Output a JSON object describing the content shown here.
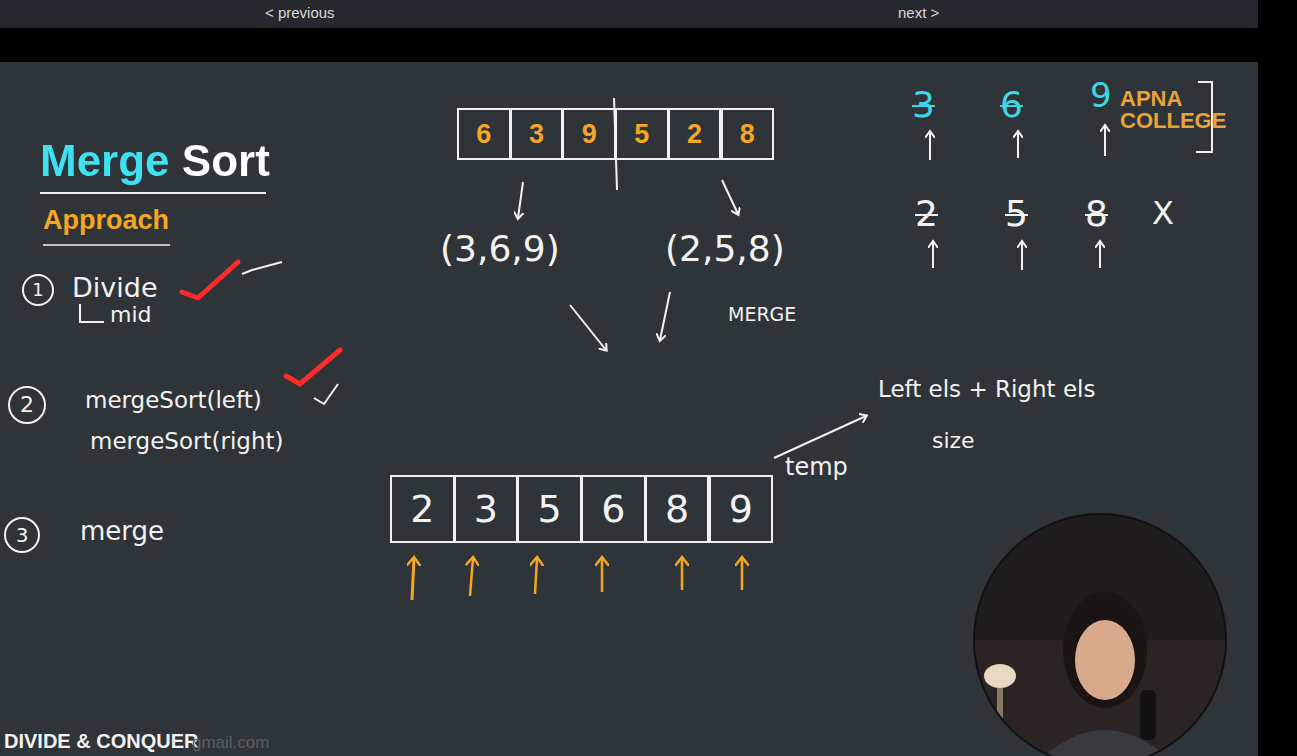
{
  "diagram": {
    "title": "Merge Sort",
    "nodes": [
      {
        "text": [
          "6"
        ]
      },
      {
        "text": [
          "3"
        ]
      },
      {
        "text": [
          "9"
        ]
      },
      {
        "text": [
          "5"
        ]
      },
      {
        "text": [
          "2"
        ]
      },
      {
        "text": [
          "8"
        ]
      },
      {
        "text": [
          "2"
        ]
      },
      {
        "text": [
          "3"
        ]
      },
      {
        "text": [
          "5"
        ]
      },
      {
        "text": [
          "6"
        ]
      },
      {
        "text": [
          "8"
        ]
      },
      {
        "text": [
          "9"
        ]
      }
    ],
    "labels": [
      "< previous",
      "next >",
      "Approach",
      "1",
      "Divide",
      "mid",
      "2",
      "mergeSort(left)",
      "mergeSort(right)",
      "3",
      "merge",
      "(3,6,9)",
      "(2,5,8)",
      "MERGE",
      "temp",
      "Left els + Right els",
      "size",
      "3",
      "6",
      "9",
      "2",
      "5",
      "8",
      "X",
      "APNA COLLEGE",
      "DIVIDE & CONQUER",
      "gmail.com"
    ]
  }
}
